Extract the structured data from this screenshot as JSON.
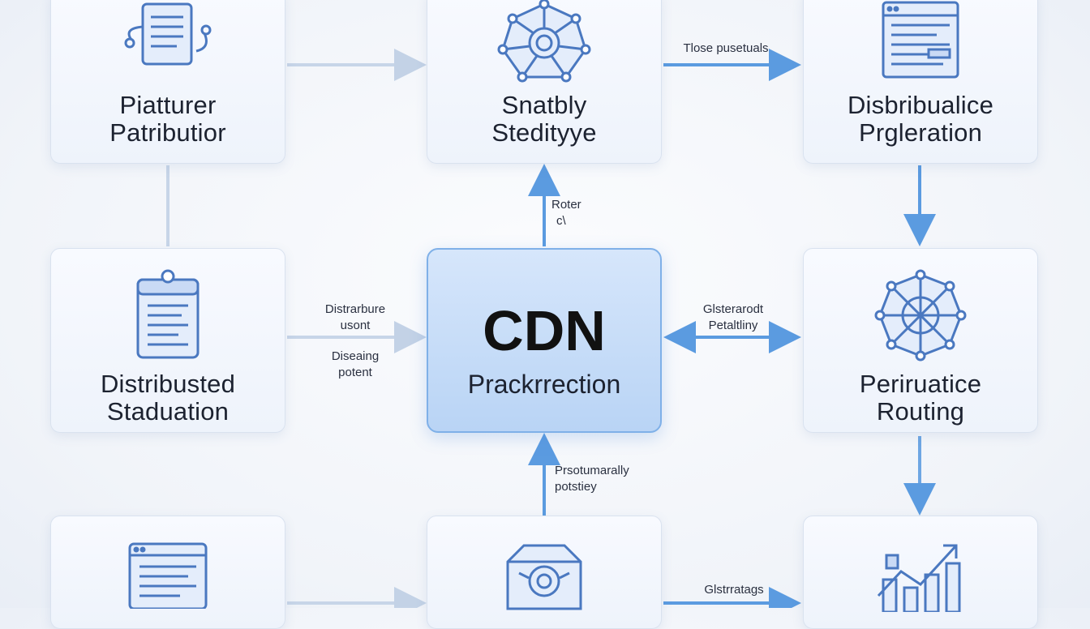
{
  "nodes": {
    "top_left": {
      "line1": "Piatturer",
      "line2": "Patributior"
    },
    "top_center": {
      "line1": "Snatbly",
      "line2": "Stedityye"
    },
    "top_right": {
      "line1": "Disbribualice",
      "line2": "Prgleration"
    },
    "mid_left": {
      "line1": "Distribusted",
      "line2": "Staduation"
    },
    "center": {
      "title": "CDN",
      "subtitle": "Prackrrection"
    },
    "mid_right": {
      "line1": "Periruatice",
      "line2": "Routing"
    }
  },
  "edge_labels": {
    "top_right_arrow": "Tlose pusetuals",
    "up_arrow_top": {
      "line1": "Roter",
      "line2": "c\\"
    },
    "left_in_upper": {
      "line1": "Distrarbure",
      "line2": "usont"
    },
    "left_in_lower": {
      "line1": "Diseaing",
      "line2": "potent"
    },
    "right_bidir": {
      "line1": "Glsterarodt",
      "line2": "Petaltliny"
    },
    "up_arrow_bottom": {
      "line1": "Prsotumarally",
      "line2": "potstiey"
    },
    "bottom_right_arrow": "Glstrratags"
  },
  "colors": {
    "accent": "#5b9be0",
    "arrow_light": "#c7d5e8",
    "center_fill": "#c6dcf7"
  }
}
